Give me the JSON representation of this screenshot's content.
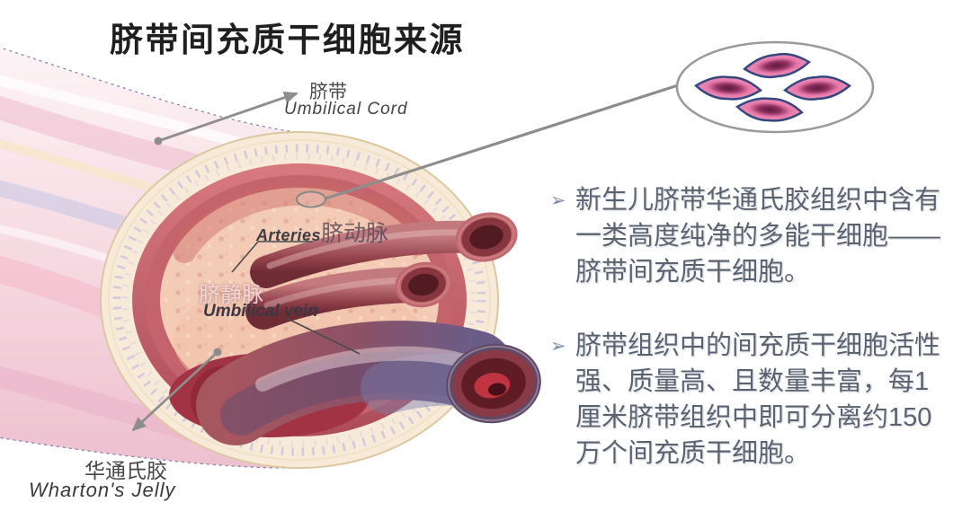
{
  "title": "脐带间充质干细胞来源",
  "diagram": {
    "labels": {
      "cord_cn": "脐带",
      "cord_en": "Umbilical Cord",
      "arteries_en": "Arteries",
      "arteries_cn": "脐动脉",
      "vein_cn": "脐静脉",
      "vein_en": "Umbilical vein",
      "jelly_cn": "华通氏胶",
      "jelly_en": "Wharton's Jelly"
    },
    "inset": {
      "cell_count": 4
    }
  },
  "right_panel": {
    "bullet_glyph": "➢",
    "paragraphs": [
      {
        "text": "新生儿脐带华通氏胶组织中含有\n一类高度纯净的多能干细胞——\n脐带间充质干细胞。"
      },
      {
        "text": "脐带组织中的间充质干细胞活性\n强、质量高、且数量丰富，每1\n厘米脐带组织中即可分离约150\n万个间充质干细胞。"
      }
    ]
  },
  "colors": {
    "title_text": "#1f1f1f",
    "body_text": "#5b6270",
    "bullet": "#7b8aa8",
    "label_text": "#4c4c4c",
    "vein_label_cn": "#f3d5d8",
    "cell_fill": "#ee85b5",
    "cell_outline": "#3a4c80",
    "connector_gray": "#8d8d8d",
    "cord_pink": "#f2c8d4",
    "artery_red": "#94424c",
    "vein_purple": "#6a5c89"
  }
}
